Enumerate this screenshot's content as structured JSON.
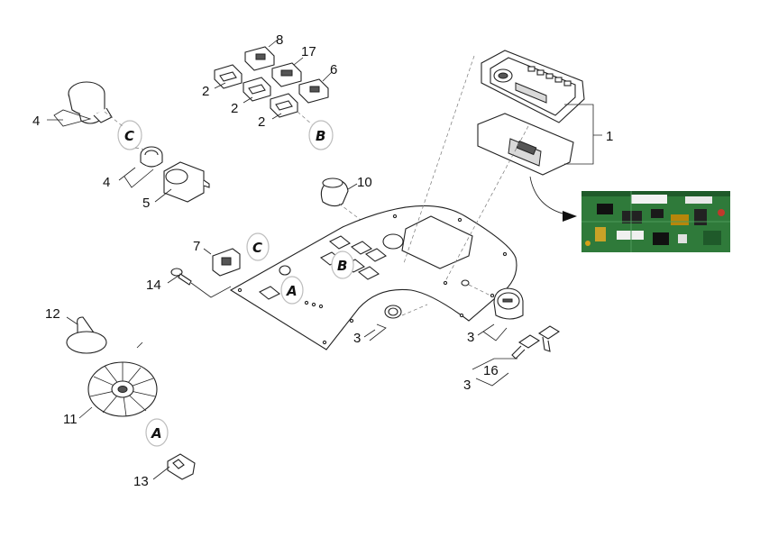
{
  "callouts": {
    "n1": "1",
    "n2a": "2",
    "n2b": "2",
    "n2c": "2",
    "n3a": "3",
    "n3b": "3",
    "n3c": "3",
    "n4a": "4",
    "n4b": "4",
    "n5": "5",
    "n6": "6",
    "n7": "7",
    "n8": "8",
    "n10": "10",
    "n11": "11",
    "n12": "12",
    "n13": "13",
    "n14": "14",
    "n16": "16",
    "n17": "17"
  },
  "connectors": {
    "a1": "A",
    "a2": "A",
    "b1": "B",
    "b2": "B",
    "c1": "C",
    "c2": "C"
  },
  "colors": {
    "pcb": "#2f7a3a",
    "pcb_dark": "#1f5a2a",
    "line": "#222222"
  }
}
